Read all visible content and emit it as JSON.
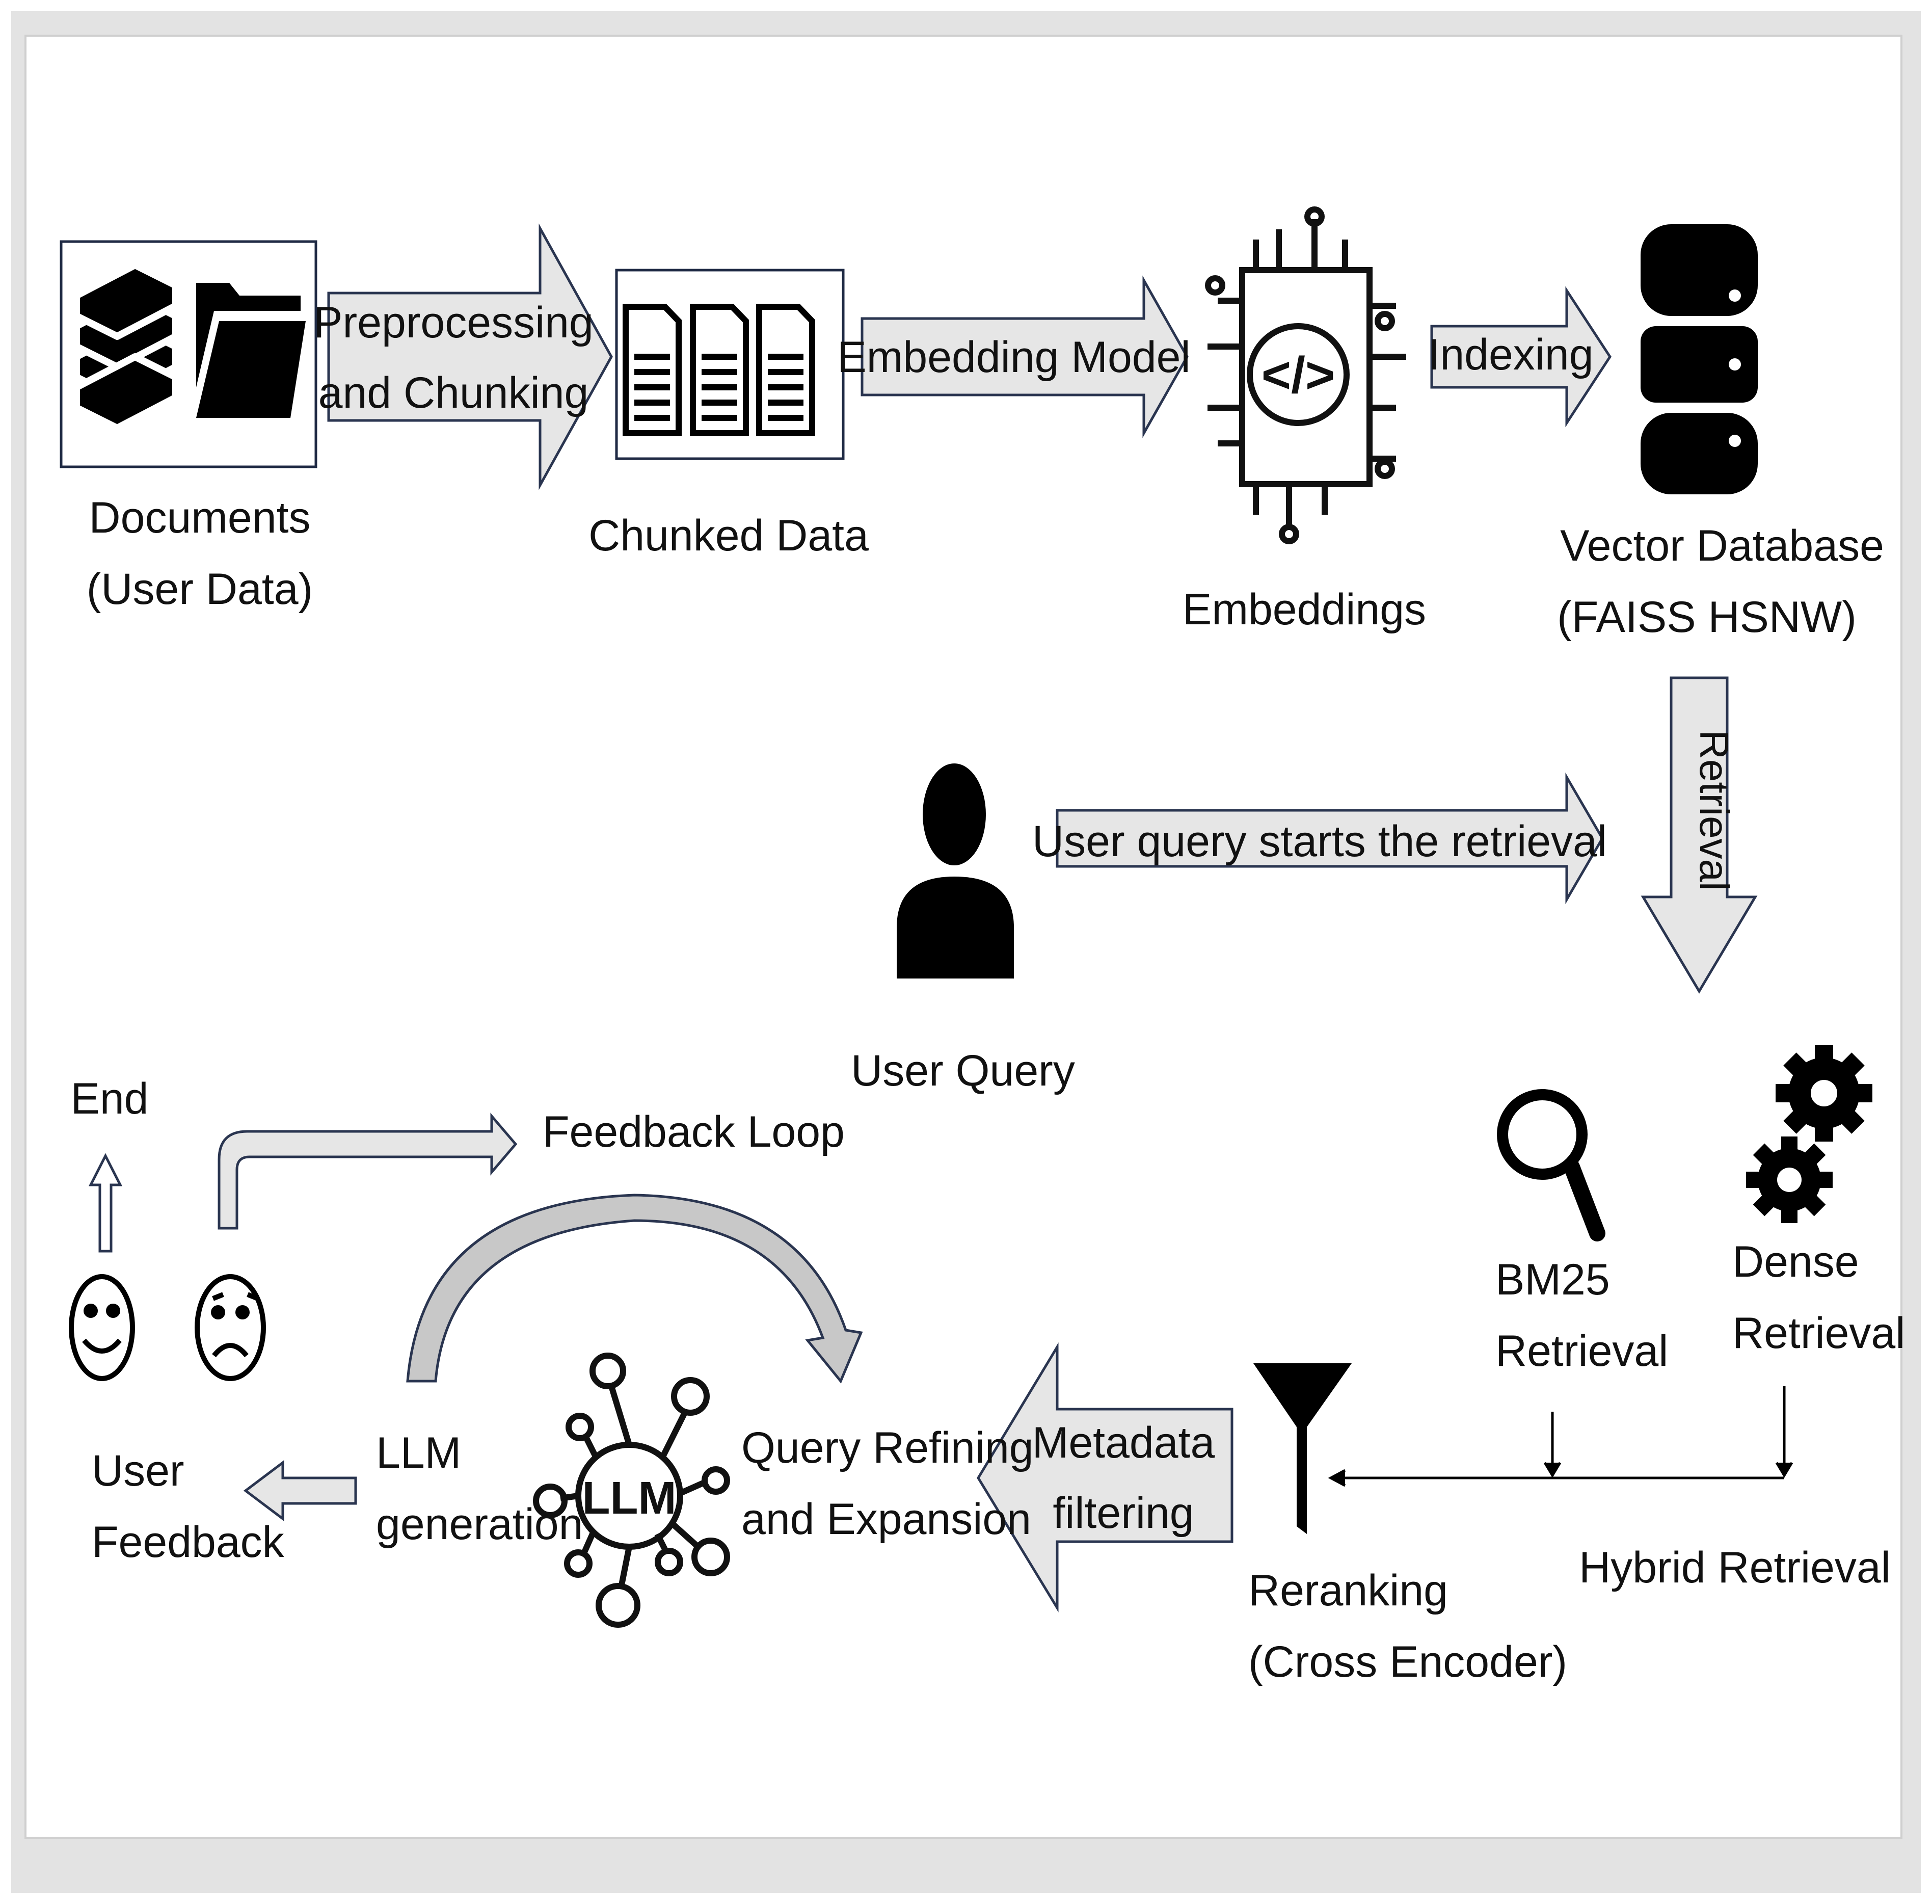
{
  "labels": {
    "documents_line1": "Documents",
    "documents_line2": "(User Data)",
    "chunked_data": "Chunked Data",
    "embeddings": "Embeddings",
    "vector_db_line1": "Vector Database",
    "vector_db_line2": "(FAISS HSNW)",
    "user_query": "User Query",
    "bm25_line1": "BM25",
    "bm25_line2": "Retrieval",
    "dense_line1": "Dense",
    "dense_line2": "Retrieval",
    "hybrid_retrieval": "Hybrid Retrieval",
    "reranking_line1": "Reranking",
    "reranking_line2": "(Cross Encoder)",
    "query_refining_line1": "Query Refining",
    "query_refining_line2": "and Expansion",
    "llm_gen_line1": "LLM",
    "llm_gen_line2": "generation",
    "user_feedback_line1": "User",
    "user_feedback_line2": "Feedback",
    "feedback_loop": "Feedback Loop",
    "end": "End",
    "llm_badge": "LLM",
    "code_glyph": "</>"
  },
  "arrows": {
    "preprocessing_line1": "Preprocessing",
    "preprocessing_line2": "and Chunking",
    "embedding_model": "Embedding Model",
    "indexing": "Indexing",
    "user_query_arrow": "User query starts the retrieval",
    "retrieval": "Retrieval",
    "metadata_line1": "Metadata",
    "metadata_line2": "filtering"
  },
  "icons": [
    "books-icon",
    "folder-icon",
    "document-icon",
    "chip-icon",
    "database-icon",
    "user-icon",
    "magnifier-icon",
    "gears-icon",
    "funnel-icon",
    "llm-network-icon",
    "smiley-happy-icon",
    "smiley-sad-icon"
  ],
  "colors": {
    "arrow_fill": "#e6e6e6",
    "arrow_stroke": "#2a3550",
    "icon": "#000000",
    "frame": "#d9d9d9"
  }
}
